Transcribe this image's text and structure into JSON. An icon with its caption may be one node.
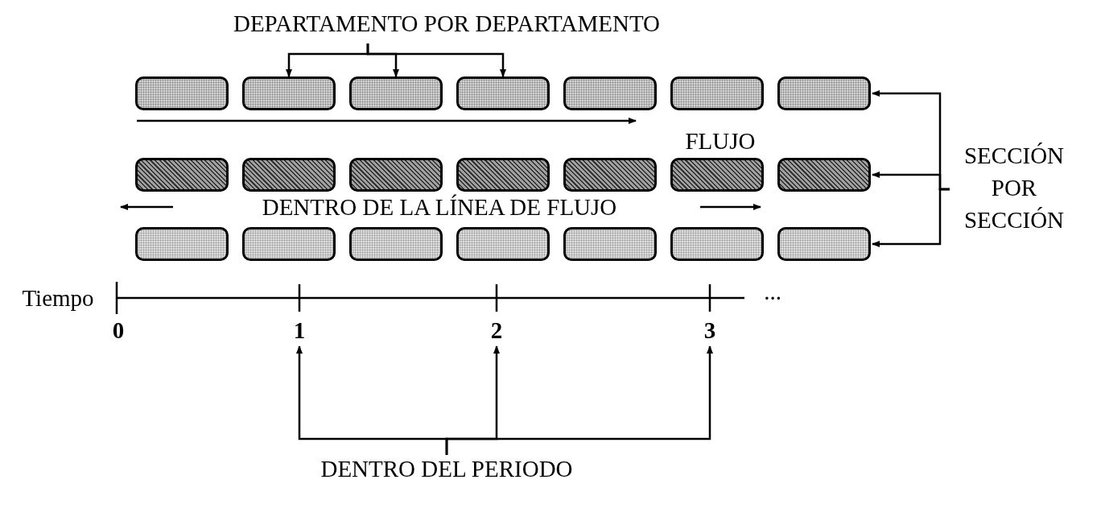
{
  "diagram": {
    "nodes": [
      {
        "text": [
          "DEPARTAMENTO POR DEPARTAMENTO"
        ]
      },
      {
        "text": [],
        "shape": "box"
      },
      {
        "text": [],
        "shape": "box"
      },
      {
        "text": [],
        "shape": "box"
      },
      {
        "text": [],
        "shape": "box"
      },
      {
        "text": [],
        "shape": "box"
      },
      {
        "text": [],
        "shape": "box"
      },
      {
        "text": [],
        "shape": "box"
      },
      {
        "text": [],
        "shape": "box"
      },
      {
        "text": [],
        "shape": "box"
      },
      {
        "text": [],
        "shape": "box"
      },
      {
        "text": [],
        "shape": "box"
      },
      {
        "text": [],
        "shape": "box"
      },
      {
        "text": [],
        "shape": "box"
      },
      {
        "text": [],
        "shape": "box"
      },
      {
        "text": [],
        "shape": "box"
      },
      {
        "text": [],
        "shape": "box"
      },
      {
        "text": [],
        "shape": "box"
      },
      {
        "text": [],
        "shape": "box"
      },
      {
        "text": [],
        "shape": "box"
      },
      {
        "text": [],
        "shape": "box"
      },
      {
        "text": [],
        "shape": "box"
      },
      {
        "text": [
          "SECCIÓN POR SECCIÓN"
        ]
      },
      {
        "text": [
          "1"
        ]
      },
      {
        "text": [
          "2"
        ]
      },
      {
        "text": [
          "3"
        ]
      },
      {
        "text": [
          "DENTRO DEL PERIODO"
        ]
      }
    ],
    "edges": [
      {
        "from": 0,
        "to": 2,
        "arrow": "to"
      },
      {
        "from": 0,
        "to": 3,
        "arrow": "to"
      },
      {
        "from": 0,
        "to": 4,
        "arrow": "to"
      },
      {
        "from": 22,
        "to": 7,
        "arrow": "to"
      },
      {
        "from": 22,
        "to": 14,
        "arrow": "to"
      },
      {
        "from": 22,
        "to": 21,
        "arrow": "to"
      },
      {
        "from": 26,
        "to": 23,
        "arrow": "to"
      },
      {
        "from": 26,
        "to": 24,
        "arrow": "to"
      },
      {
        "from": 26,
        "to": 25,
        "arrow": "to"
      }
    ],
    "labels": [
      "FLUJO",
      "DENTRO DE LA LÍNEA DE FLUJO",
      "Tiempo",
      "...",
      "0"
    ]
  }
}
